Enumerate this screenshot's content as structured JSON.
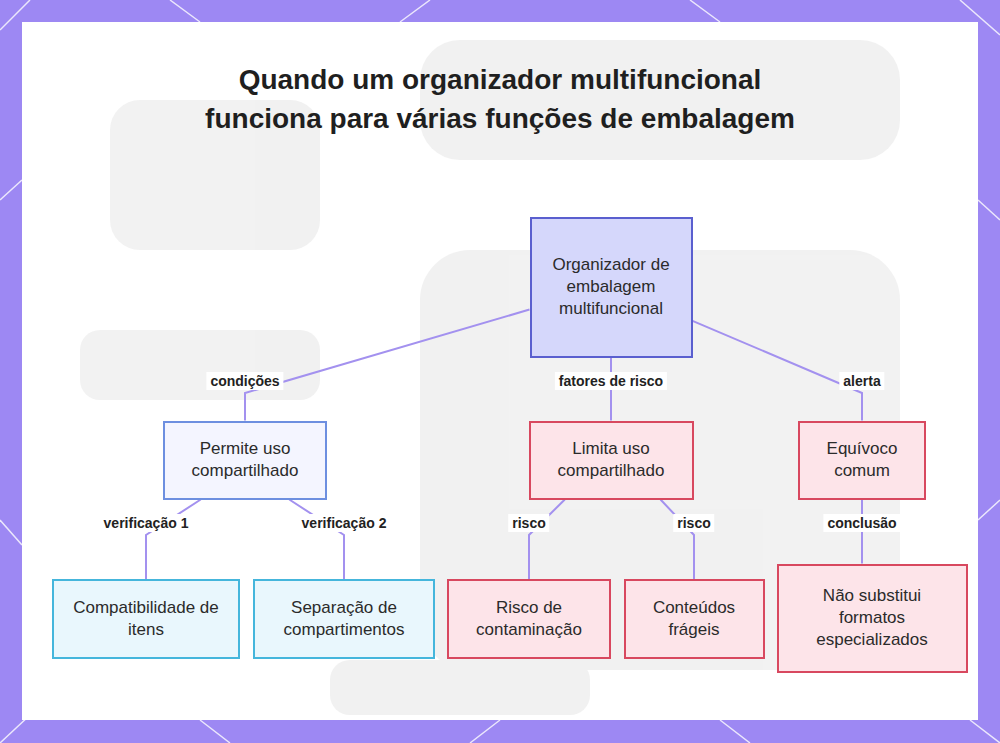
{
  "diagram": {
    "title": "Quando um organizador multifuncional funciona para várias funções de embalagem",
    "nodes": [
      {
        "text": [
          "Organizador de embalagem multifuncional"
        ]
      },
      {
        "text": [
          "Permite uso compartilhado"
        ]
      },
      {
        "text": [
          "Limita uso compartilhado"
        ]
      },
      {
        "text": [
          "Equívoco comum"
        ]
      },
      {
        "text": [
          "Compatibilidade de itens"
        ]
      },
      {
        "text": [
          "Separação de compartimentos"
        ]
      },
      {
        "text": [
          "Risco de contaminação"
        ]
      },
      {
        "text": [
          "Conteúdos frágeis"
        ]
      },
      {
        "text": [
          "Não substitui formatos especializados"
        ]
      }
    ],
    "edges": [
      {
        "from": 0,
        "to": 1,
        "arrow": "none",
        "label": "condições"
      },
      {
        "from": 0,
        "to": 2,
        "arrow": "none",
        "label": "fatores de risco"
      },
      {
        "from": 0,
        "to": 3,
        "arrow": "none",
        "label": "alerta"
      },
      {
        "from": 1,
        "to": 4,
        "arrow": "none",
        "label": "verificação 1"
      },
      {
        "from": 1,
        "to": 5,
        "arrow": "none",
        "label": "verificação 2"
      },
      {
        "from": 2,
        "to": 6,
        "arrow": "none",
        "label": "risco"
      },
      {
        "from": 2,
        "to": 7,
        "arrow": "none",
        "label": "risco"
      },
      {
        "from": 3,
        "to": 8,
        "arrow": "none",
        "label": "conclusão"
      }
    ]
  }
}
